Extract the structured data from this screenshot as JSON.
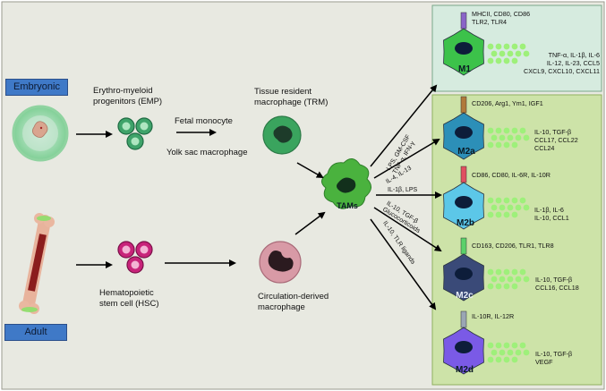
{
  "origins": {
    "embryonic": "Embryonic",
    "adult": "Adult"
  },
  "cells": {
    "emp": "Erythro-myeloid\nprogenitors (EMP)",
    "hsc": "Hematopoietic\nstem cell (HSC)",
    "trm": "Tissue resident\nmacrophage (TRM)",
    "cdm": "Circulation-derived\nmacrophage",
    "tams": "TAMs",
    "fetal_monocyte": "Fetal monocyte",
    "yolk_sac": "Yolk sac macrophage"
  },
  "stimuli": {
    "m1": "LPS, GM-CSF\nTNF-α, IFN-γ",
    "m2a": "IL-4, IL-13",
    "m2b": "IL-1β, LPS",
    "m2c": "IL-10, TGF-β\nGlucocorticoids",
    "m2d": "IL-10, TLR ligands"
  },
  "subtypes": [
    {
      "name": "M1",
      "markers": "MHCII, CD80, CD86\nTLR2, TLR4",
      "secreted": "TNF-α, IL-1β, IL-6\nIL-12, IL-23, CCL5\nCXCL9, CXCL10, CXCL11",
      "color": "#3cc24a"
    },
    {
      "name": "M2a",
      "markers": "CD206, Arg1, Ym1, IGF1",
      "secreted": "IL-10, TGF-β\nCCL17, CCL22\nCCL24",
      "color": "#2c8fb8"
    },
    {
      "name": "M2b",
      "markers": "CD86, CD80, IL-6R, IL-10R",
      "secreted": "IL-1β, IL-6\nIL-10, CCL1",
      "color": "#5cc7e8"
    },
    {
      "name": "M2c",
      "markers": "CD163, CD206, TLR1, TLR8",
      "secreted": "IL-10, TGF-β\nCCL16, CCL18",
      "color": "#3a4a78"
    },
    {
      "name": "M2d",
      "markers": "IL-10R, IL-12R",
      "secreted": "IL-10, TGF-β\nVEGF",
      "color": "#7a5ae6"
    }
  ],
  "colors": {
    "background": "#e8e9e1",
    "m1_panel": "#d6ebdf",
    "m2_panel": "#cde3a8",
    "label_box": "#3f79c7",
    "dots": "#9ef07a"
  }
}
